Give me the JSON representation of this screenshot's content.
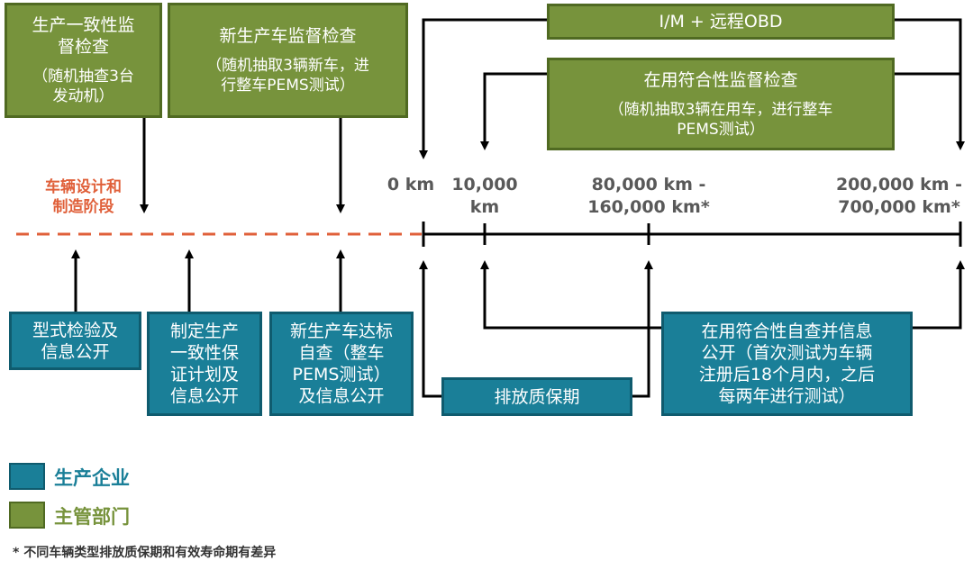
{
  "stage_label": "车辆设计和\n制造阶段",
  "regulator_boxes": [
    {
      "title": "生产一致性监\n督检查",
      "sub": "（随机抽查3台\n发动机）"
    },
    {
      "title": "新生产车监督检查",
      "sub": "（随机抽取3辆新车，进\n行整车PEMS测试）"
    },
    {
      "title": "I/M + 远程OBD"
    },
    {
      "title": "在用符合性监督检查",
      "sub": "（随机抽取3辆在用车，进行整车\nPEMS测试）"
    }
  ],
  "manufacturer_boxes": [
    {
      "title": "型式检验及\n信息公开"
    },
    {
      "title": "制定生产\n一致性保\n证计划及\n信息公开"
    },
    {
      "title": "新生产车达标\n自查（整车\nPEMS测试）\n及信息公开"
    },
    {
      "title": "排放质保期"
    },
    {
      "title": "在用符合性自查并信息\n公开（首次测试为车辆\n注册后18个月内，之后\n每两年进行测试）"
    }
  ],
  "mileage_labels": [
    "0 km",
    "10,000\nkm",
    "80,000 km -\n160,000 km*",
    "200,000 km -\n700,000 km*"
  ],
  "legend": [
    {
      "label": "生产企业",
      "color": "#1a7f98"
    },
    {
      "label": "主管部门",
      "color": "#77933c"
    }
  ],
  "footnote": "*  不同车辆类型排放质保期和有效寿命期有差异",
  "colors": {
    "manufacturer": "#1a7f98",
    "regulator": "#77933c",
    "dashed_line": "#e0603a"
  }
}
